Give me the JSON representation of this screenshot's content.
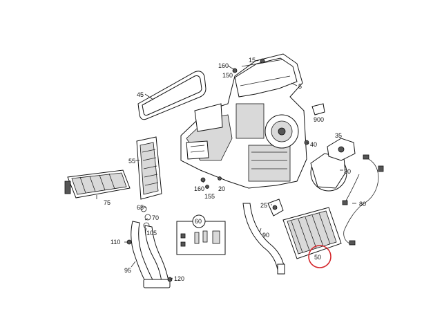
{
  "diagram": {
    "highlight_color": "#d4252a",
    "highlighted_part": "50",
    "callouts": {
      "p5": "5",
      "p15": "15",
      "p160a": "160",
      "p150": "150",
      "p45": "45",
      "p900": "900",
      "p35": "35",
      "p40": "40",
      "p55": "55",
      "p30": "30",
      "p160b": "160",
      "p20": "20",
      "p155": "155",
      "p75": "75",
      "p65": "65",
      "p70": "70",
      "p60": "60",
      "p25": "25",
      "p80": "80",
      "p105": "105",
      "p90": "90",
      "p110": "110",
      "p50": "50",
      "p95": "95",
      "p120": "120"
    }
  }
}
